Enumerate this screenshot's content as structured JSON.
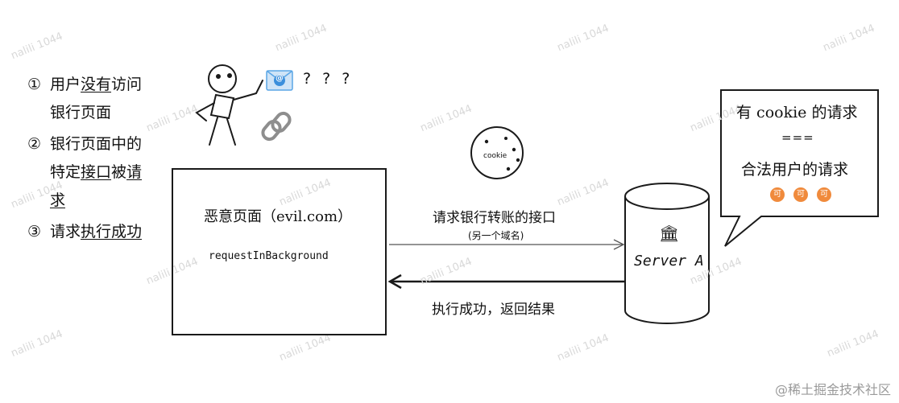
{
  "steps": [
    {
      "num": "①",
      "parts": [
        {
          "t": "用户",
          "u": false
        },
        {
          "t": "没有",
          "u": true
        },
        {
          "t": "访问银行页面",
          "u": false
        }
      ]
    },
    {
      "num": "②",
      "parts": [
        {
          "t": "银行页面中的特定",
          "u": false
        },
        {
          "t": "接口",
          "u": true
        },
        {
          "t": "被",
          "u": false
        },
        {
          "t": "请求",
          "u": true
        }
      ]
    },
    {
      "num": "③",
      "parts": [
        {
          "t": "请求",
          "u": false
        },
        {
          "t": "执行成功",
          "u": true
        }
      ]
    }
  ],
  "question_marks": "? ? ?",
  "mail_icon": "@",
  "cookie_label": "cookie",
  "evil_page": {
    "title_cn": "恶意页面（",
    "title_domain": "evil.com",
    "title_end": "）",
    "function": "requestInBackground"
  },
  "request": {
    "label": "请求银行转账的接口",
    "sublabel": "(另一个域名)"
  },
  "response": {
    "label": "执行成功，返回结果"
  },
  "server": {
    "label": "Server A",
    "icon": "🏛"
  },
  "callout": {
    "line1_pre": "有 ",
    "line1_code": "cookie",
    "line1_post": " 的请求",
    "equals": "===",
    "line2": "合法用户的请求",
    "badges": [
      "可",
      "可",
      "可"
    ]
  },
  "watermark": "nalili 1044",
  "footer": "@稀土掘金技术社区",
  "colors": {
    "stroke": "#1a1a1a",
    "badge": "#f08a3c",
    "watermark": "#d8d8d8",
    "envelope": "#5aa6e6"
  }
}
